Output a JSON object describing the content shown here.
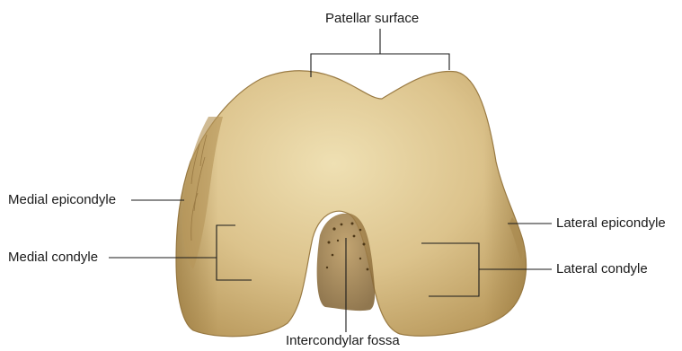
{
  "labels": {
    "patellar_surface": "Patellar surface",
    "medial_epicondyle": "Medial epicondyle",
    "medial_condyle": "Medial condyle",
    "lateral_epicondyle": "Lateral epicondyle",
    "lateral_condyle": "Lateral condyle",
    "intercondylar_fossa": "Intercondylar fossa"
  },
  "colors": {
    "bone_light": "#e9d8a6",
    "bone_mid": "#cdb074",
    "bone_dark": "#a6864a",
    "fossa": "#8d6c39",
    "leader_line": "#1a1a1a",
    "background": "#ffffff"
  }
}
